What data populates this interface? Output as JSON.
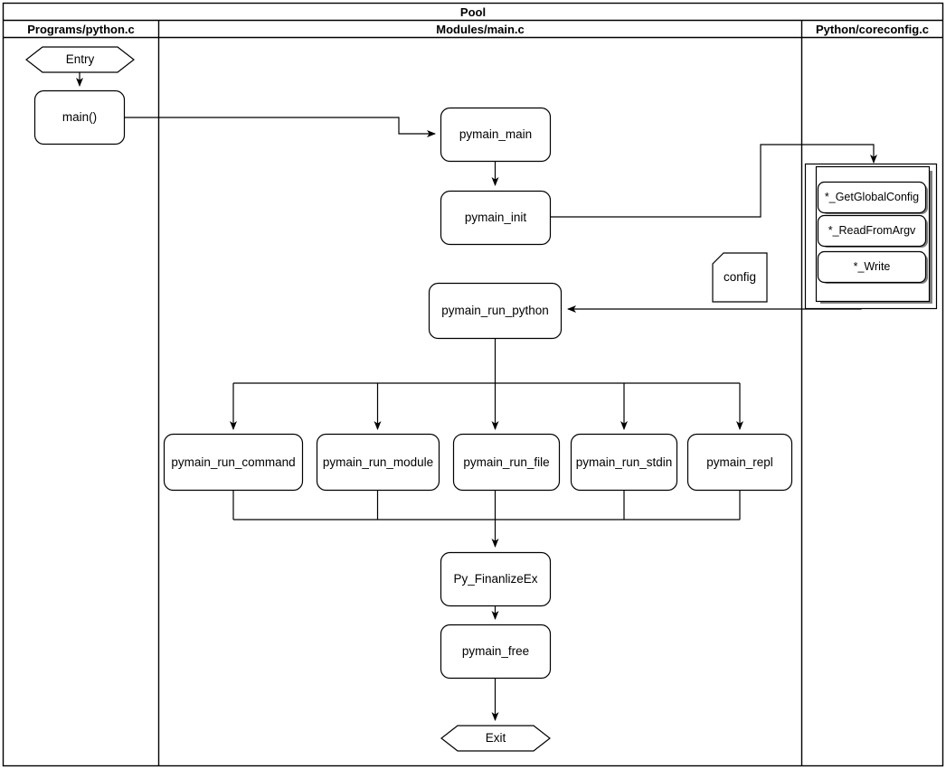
{
  "pool": {
    "title": "Pool",
    "lanes": [
      {
        "id": "lane-programs-python-c",
        "title": "Programs/python.c"
      },
      {
        "id": "lane-modules-main-c",
        "title": "Modules/main.c"
      },
      {
        "id": "lane-python-coreconfig-c",
        "title": "Python/coreconfig.c"
      }
    ]
  },
  "nodes": {
    "entry": {
      "label": "Entry",
      "shape": "hexagon"
    },
    "main": {
      "label": "main()",
      "shape": "rounded-rect"
    },
    "pymain_main": {
      "label": "pymain_main",
      "shape": "rounded-rect"
    },
    "pymain_init": {
      "label": "pymain_init",
      "shape": "rounded-rect"
    },
    "config": {
      "label": "config",
      "shape": "note"
    },
    "pymain_run_python": {
      "label": "pymain_run_python",
      "shape": "rounded-rect"
    },
    "pymain_run_command": {
      "label": "pymain_run_command",
      "shape": "rounded-rect"
    },
    "pymain_run_module": {
      "label": "pymain_run_module",
      "shape": "rounded-rect"
    },
    "pymain_run_file": {
      "label": "pymain_run_file",
      "shape": "rounded-rect"
    },
    "pymain_run_stdin": {
      "label": "pymain_run_stdin",
      "shape": "rounded-rect"
    },
    "pymain_repl": {
      "label": "pymain_repl",
      "shape": "rounded-rect"
    },
    "py_finanlizeex": {
      "label": "Py_FinanlizeEx",
      "shape": "rounded-rect"
    },
    "pymain_free": {
      "label": "pymain_free",
      "shape": "rounded-rect"
    },
    "exit": {
      "label": "Exit",
      "shape": "hexagon"
    }
  },
  "coreconfig_group": {
    "items": [
      {
        "id": "get-global-config",
        "label": "*_GetGlobalConfig"
      },
      {
        "id": "read-from-argv",
        "label": "*_ReadFromArgv"
      },
      {
        "id": "write",
        "label": "*_Write"
      }
    ]
  },
  "colors": {
    "stroke": "#000000",
    "fill": "#ffffff",
    "text": "#000000",
    "shadow": "#7f7f7f"
  }
}
